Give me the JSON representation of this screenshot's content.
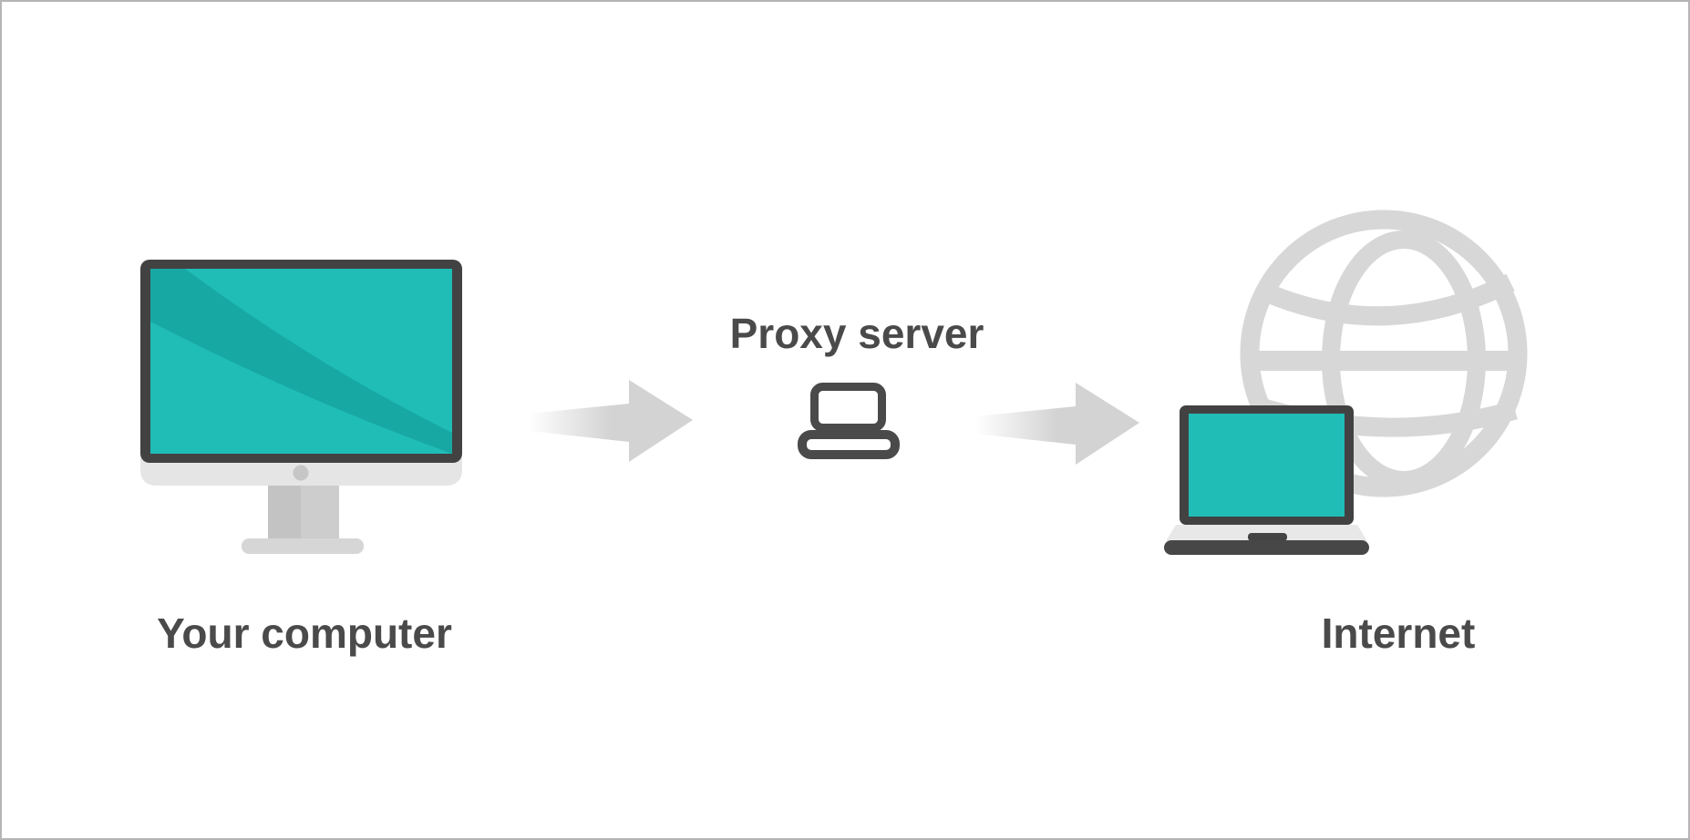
{
  "diagram": {
    "type": "flow",
    "description": "How a proxy server works: traffic flows from the user's computer through a proxy server to the internet",
    "nodes": [
      {
        "id": "your-computer",
        "label": "Your computer",
        "icon": "desktop-monitor-icon"
      },
      {
        "id": "proxy-server",
        "label": "Proxy server",
        "icon": "laptop-outline-icon"
      },
      {
        "id": "internet",
        "label": "Internet",
        "icon": "laptop-with-globe-icon"
      }
    ],
    "connections": [
      {
        "from": "your-computer",
        "to": "proxy-server",
        "style": "right-arrow"
      },
      {
        "from": "proxy-server",
        "to": "internet",
        "style": "right-arrow"
      }
    ]
  },
  "colors": {
    "teal": "#20bdb7",
    "teal_dark": "#17a8a4",
    "frame_dark": "#424242",
    "icon_stroke": "#4a4a4a",
    "globe_gray": "#d7d7d7",
    "arrow_gray": "#d3d3d3",
    "label_color": "#4a4a4a"
  }
}
